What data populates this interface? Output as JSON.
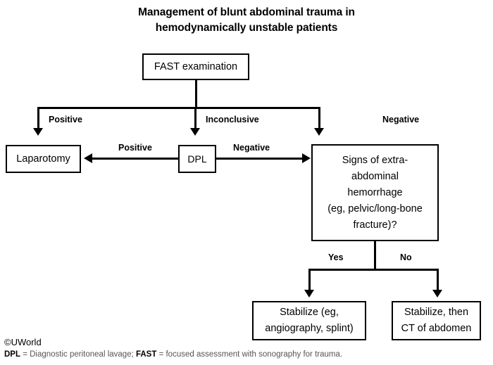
{
  "title": {
    "line1": "Management of blunt abdominal trauma in",
    "line2": "hemodynamically unstable patients"
  },
  "nodes": {
    "fast": "FAST examination",
    "laparotomy": "Laparotomy",
    "dpl": "DPL",
    "signs": "Signs of extra-\nabdominal\nhemorrhage\n(eg, pelvic/long-bone\nfracture)?",
    "stabilize_angio": "Stabilize (eg,\nangiography, splint)",
    "stabilize_ct": "Stabilize, then\nCT of  abdomen"
  },
  "edge_labels": {
    "fast_positive": "Positive",
    "fast_inconclusive": "Inconclusive",
    "fast_negative": "Negative",
    "dpl_positive": "Positive",
    "dpl_negative": "Negative",
    "signs_yes": "Yes",
    "signs_no": "No"
  },
  "footer": {
    "copyright": "©UWorld",
    "abbrev_dpl": "DPL",
    "abbrev_dpl_def": " = Diagnostic peritoneal lavage; ",
    "abbrev_fast": "FAST",
    "abbrev_fast_def": " = focused assessment with sonography for trauma."
  },
  "colors": {
    "stroke": "#000000",
    "background": "#ffffff",
    "footnote_text": "#555555"
  }
}
